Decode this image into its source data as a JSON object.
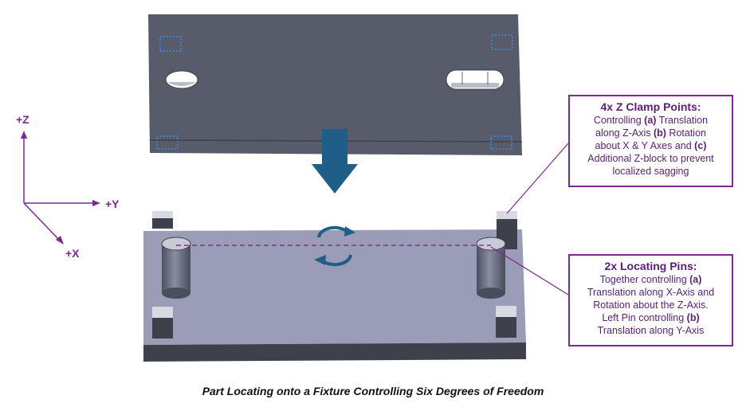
{
  "axes": {
    "z": "+Z",
    "y": "+Y",
    "x": "+X"
  },
  "clamp_callout": {
    "title": "4x Z Clamp Points:",
    "line1_a": "Controlling ",
    "line1_b": "(a)",
    "line1_c": " Translation",
    "line2_a": "along Z-Axis ",
    "line2_b": "(b)",
    "line2_c": " Rotation",
    "line3_a": "about X & Y Axes and ",
    "line3_b": "(c)",
    "line4": "Additional Z-block to prevent",
    "line5": "localized sagging"
  },
  "pins_callout": {
    "title": "2x Locating Pins:",
    "line1_a": "Together controlling ",
    "line1_b": "(a)",
    "line2": "Translation along X-Axis and",
    "line3": "Rotation about the Z-Axis.",
    "line4_a": "Left Pin controlling ",
    "line4_b": "(b)",
    "line5": "Translation along Y-Axis"
  },
  "caption": "Part Locating onto a Fixture Controlling Six Degrees of Freedom",
  "colors": {
    "accent": "#7b2a8f",
    "part_gray": "#575b6a",
    "fixture_top": "#9a9db5",
    "arrow_blue": "#1f5f87"
  }
}
